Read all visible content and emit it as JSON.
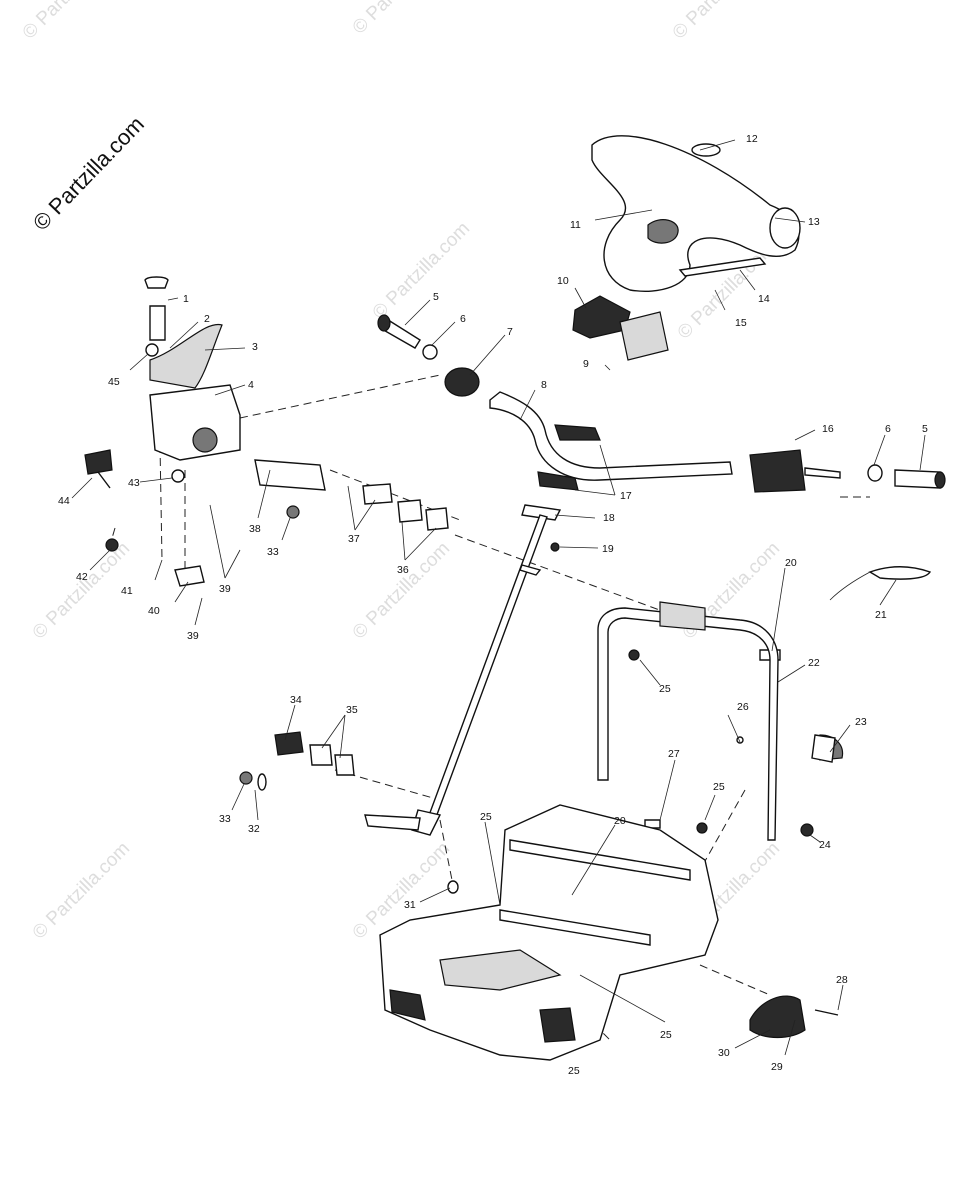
{
  "brand": "© Partzilla.com",
  "watermark_text": "© Partzilla.com",
  "part_labels": [
    "1",
    "2",
    "3",
    "4",
    "5",
    "6",
    "7",
    "8",
    "9",
    "10",
    "11",
    "12",
    "13",
    "14",
    "15",
    "16",
    "6",
    "5",
    "17",
    "18",
    "19",
    "20",
    "21",
    "22",
    "23",
    "24",
    "25",
    "25",
    "26",
    "27",
    "25",
    "20",
    "28",
    "29",
    "30",
    "31",
    "25",
    "25",
    "32",
    "33",
    "34",
    "35",
    "36",
    "37",
    "38",
    "33",
    "39",
    "39",
    "40",
    "41",
    "42",
    "43",
    "44",
    "45"
  ]
}
